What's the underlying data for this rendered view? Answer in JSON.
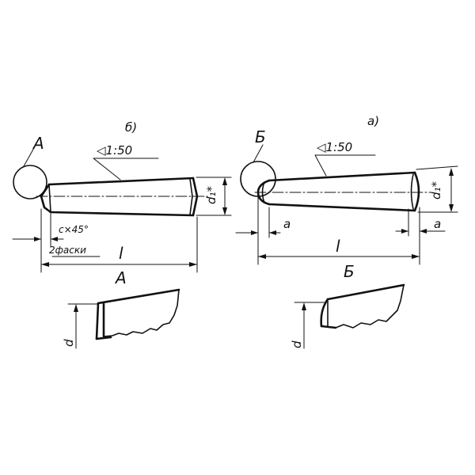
{
  "pin_b": {
    "caption": "б)",
    "detail_mark": "А",
    "taper": "◁1:50",
    "diameter_label": "d₁*",
    "chamfer_label": "c×45°",
    "chamfer_note": "2фаски",
    "length_label": "l",
    "detail_title": "А",
    "detail_diameter": "d"
  },
  "pin_a": {
    "caption": "а)",
    "detail_mark": "Б",
    "taper": "◁1:50",
    "diameter_label": "d₁*",
    "end_label_left": "a",
    "end_label_right": "a",
    "length_label": "l",
    "detail_title": "Б",
    "detail_diameter": "d"
  },
  "colors": {
    "ink": "#111111",
    "paper": "#ffffff"
  }
}
